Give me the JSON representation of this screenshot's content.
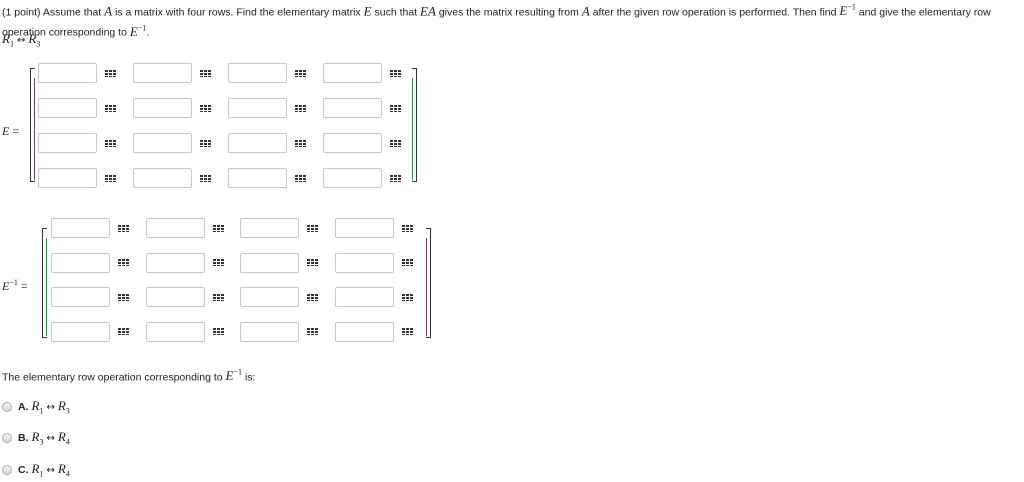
{
  "problem": {
    "prefix": "(1 point) Assume that",
    "var_a": "A",
    "part2": "is a matrix with four rows. Find the elementary matrix",
    "var_e": "E",
    "part3": "such that",
    "var_ea": "EA",
    "part4": "gives the matrix resulting from",
    "var_a2": "A",
    "part5": "after the given row operation is performed. Then find",
    "var_e2": "E",
    "sup": "−1",
    "part6": "and give the elementary row operation corresponding to",
    "var_e3": "E",
    "sup2": "−1",
    "end": "."
  },
  "row_operation": {
    "r1": "R",
    "r1_sub": "1",
    "arrow": "↔",
    "r2": "R",
    "r2_sub": "3"
  },
  "matrix_e": {
    "label": "E",
    "eq": "=",
    "rows": 4,
    "cols": 4
  },
  "matrix_einv": {
    "label": "E",
    "sup": "−1",
    "eq": "=",
    "rows": 4,
    "cols": 4
  },
  "answer_question": {
    "text": "The elementary row operation corresponding to",
    "var": "E",
    "sup": "−1",
    "suffix": "is:"
  },
  "choices": [
    {
      "letter": "A.",
      "r1": "R",
      "s1": "1",
      "arrow": "↔",
      "r2": "R",
      "s2": "3"
    },
    {
      "letter": "B.",
      "r1": "R",
      "s1": "3",
      "arrow": "↔",
      "r2": "R",
      "s2": "4"
    },
    {
      "letter": "C.",
      "r1": "R",
      "s1": "1",
      "arrow": "↔",
      "r2": "R",
      "s2": "4"
    }
  ],
  "icons": {
    "matrix_tool": "grid-icon"
  },
  "colors": {
    "bracket_accent_left": "#7a3d6b",
    "bracket_accent_right": "#3a8a5a"
  }
}
